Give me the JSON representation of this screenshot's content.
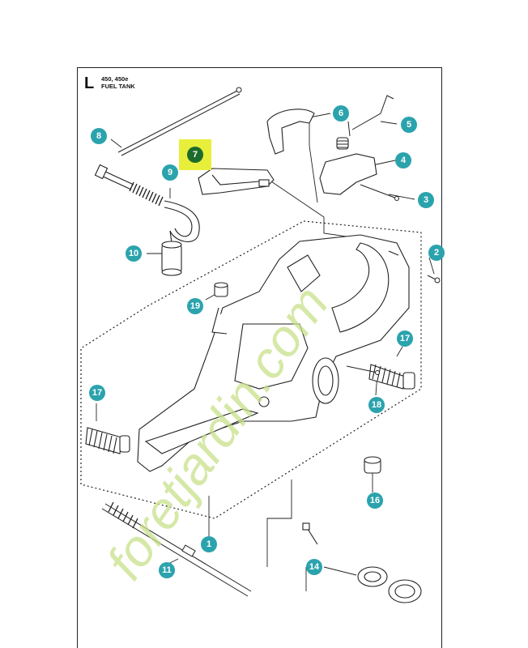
{
  "section": {
    "letter": "L",
    "models": "450, 450e",
    "title": "FUEL TANK"
  },
  "colors": {
    "callout": "#2ba3ad",
    "callout_highlight": "#1d6b2c",
    "highlight": "#e8ef3a",
    "watermark": "#c8e08a"
  },
  "callouts": [
    "1",
    "2",
    "3",
    "4",
    "5",
    "6",
    "7",
    "8",
    "9",
    "10",
    "11",
    "14",
    "16",
    "17",
    "17",
    "18",
    "19"
  ],
  "highlighted_callout": "7",
  "watermark_text": "foretjardin.com"
}
